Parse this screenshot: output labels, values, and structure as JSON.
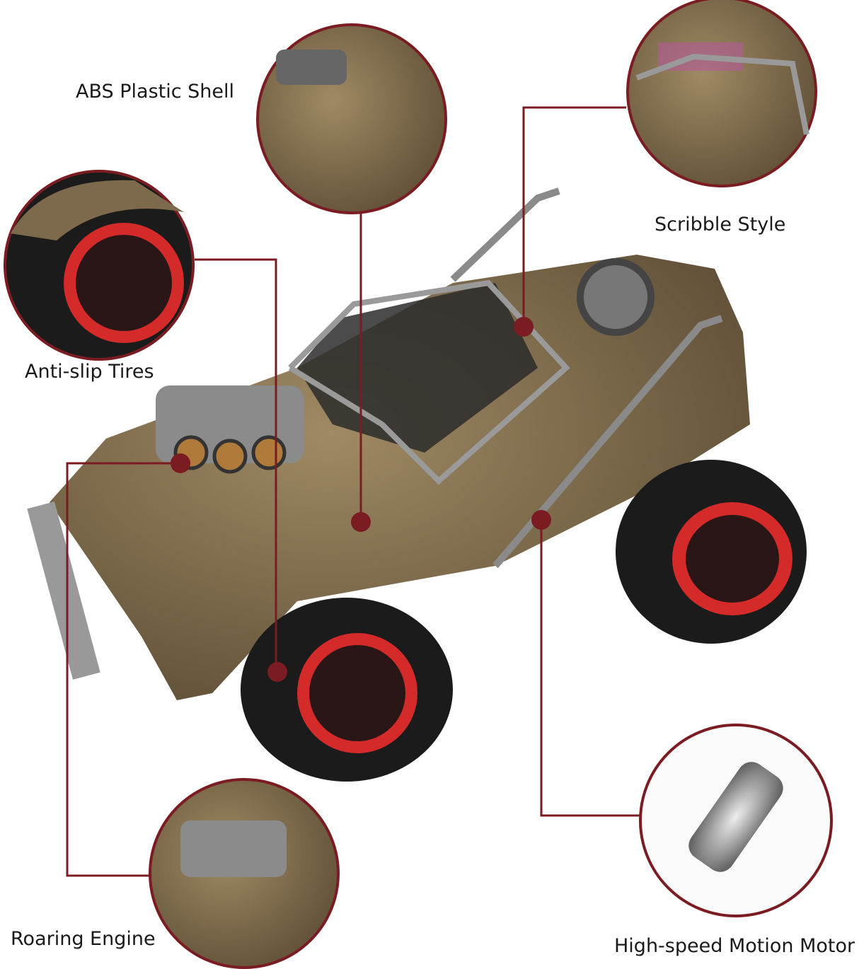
{
  "colors": {
    "accent": "#7a1c22",
    "body": "#7d6a4c",
    "tire": "#1b1b1b",
    "rim": "#d42a2a"
  },
  "callouts": [
    {
      "label": "ABS Plastic Shell",
      "icon": "abs-shell-closeup"
    },
    {
      "label": "Scribble Style",
      "icon": "scribble-roof-closeup"
    },
    {
      "label": "Anti-slip Tires",
      "icon": "tire-closeup"
    },
    {
      "label": "Roaring Engine",
      "icon": "engine-closeup"
    },
    {
      "label": "High-speed Motion Motor",
      "icon": "motor-closeup"
    }
  ]
}
